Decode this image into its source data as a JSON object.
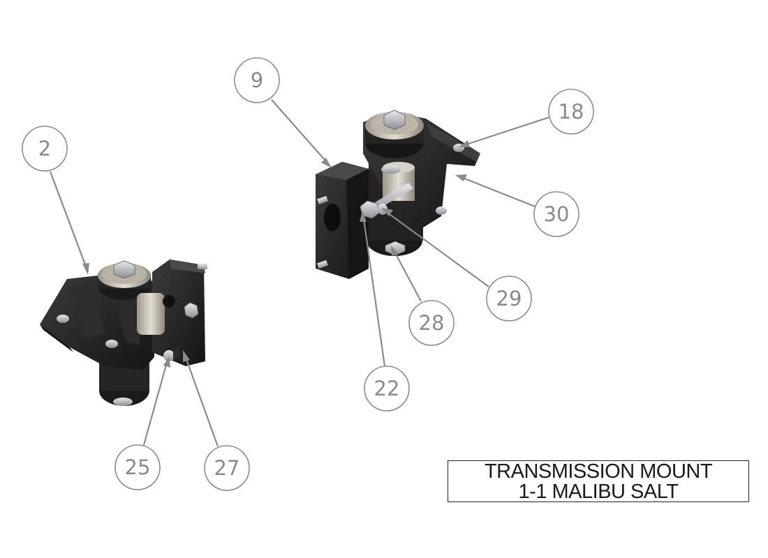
{
  "title_block": {
    "line1": "TRANSMISSION MOUNT",
    "line2": "1-1 MALIBU SALT"
  },
  "balloons": [
    {
      "id": "2",
      "label": "2"
    },
    {
      "id": "9",
      "label": "9"
    },
    {
      "id": "18",
      "label": "18"
    },
    {
      "id": "30",
      "label": "30"
    },
    {
      "id": "29",
      "label": "29"
    },
    {
      "id": "28",
      "label": "28"
    },
    {
      "id": "22",
      "label": "22"
    },
    {
      "id": "25",
      "label": "25"
    },
    {
      "id": "27",
      "label": "27"
    }
  ],
  "colors": {
    "part_dark": "#1f1f1f",
    "part_mid": "#3a3a3a",
    "bushing": "#c9c2b6",
    "hardware": "#b8b8bc",
    "leader": "#8a8a8a"
  }
}
